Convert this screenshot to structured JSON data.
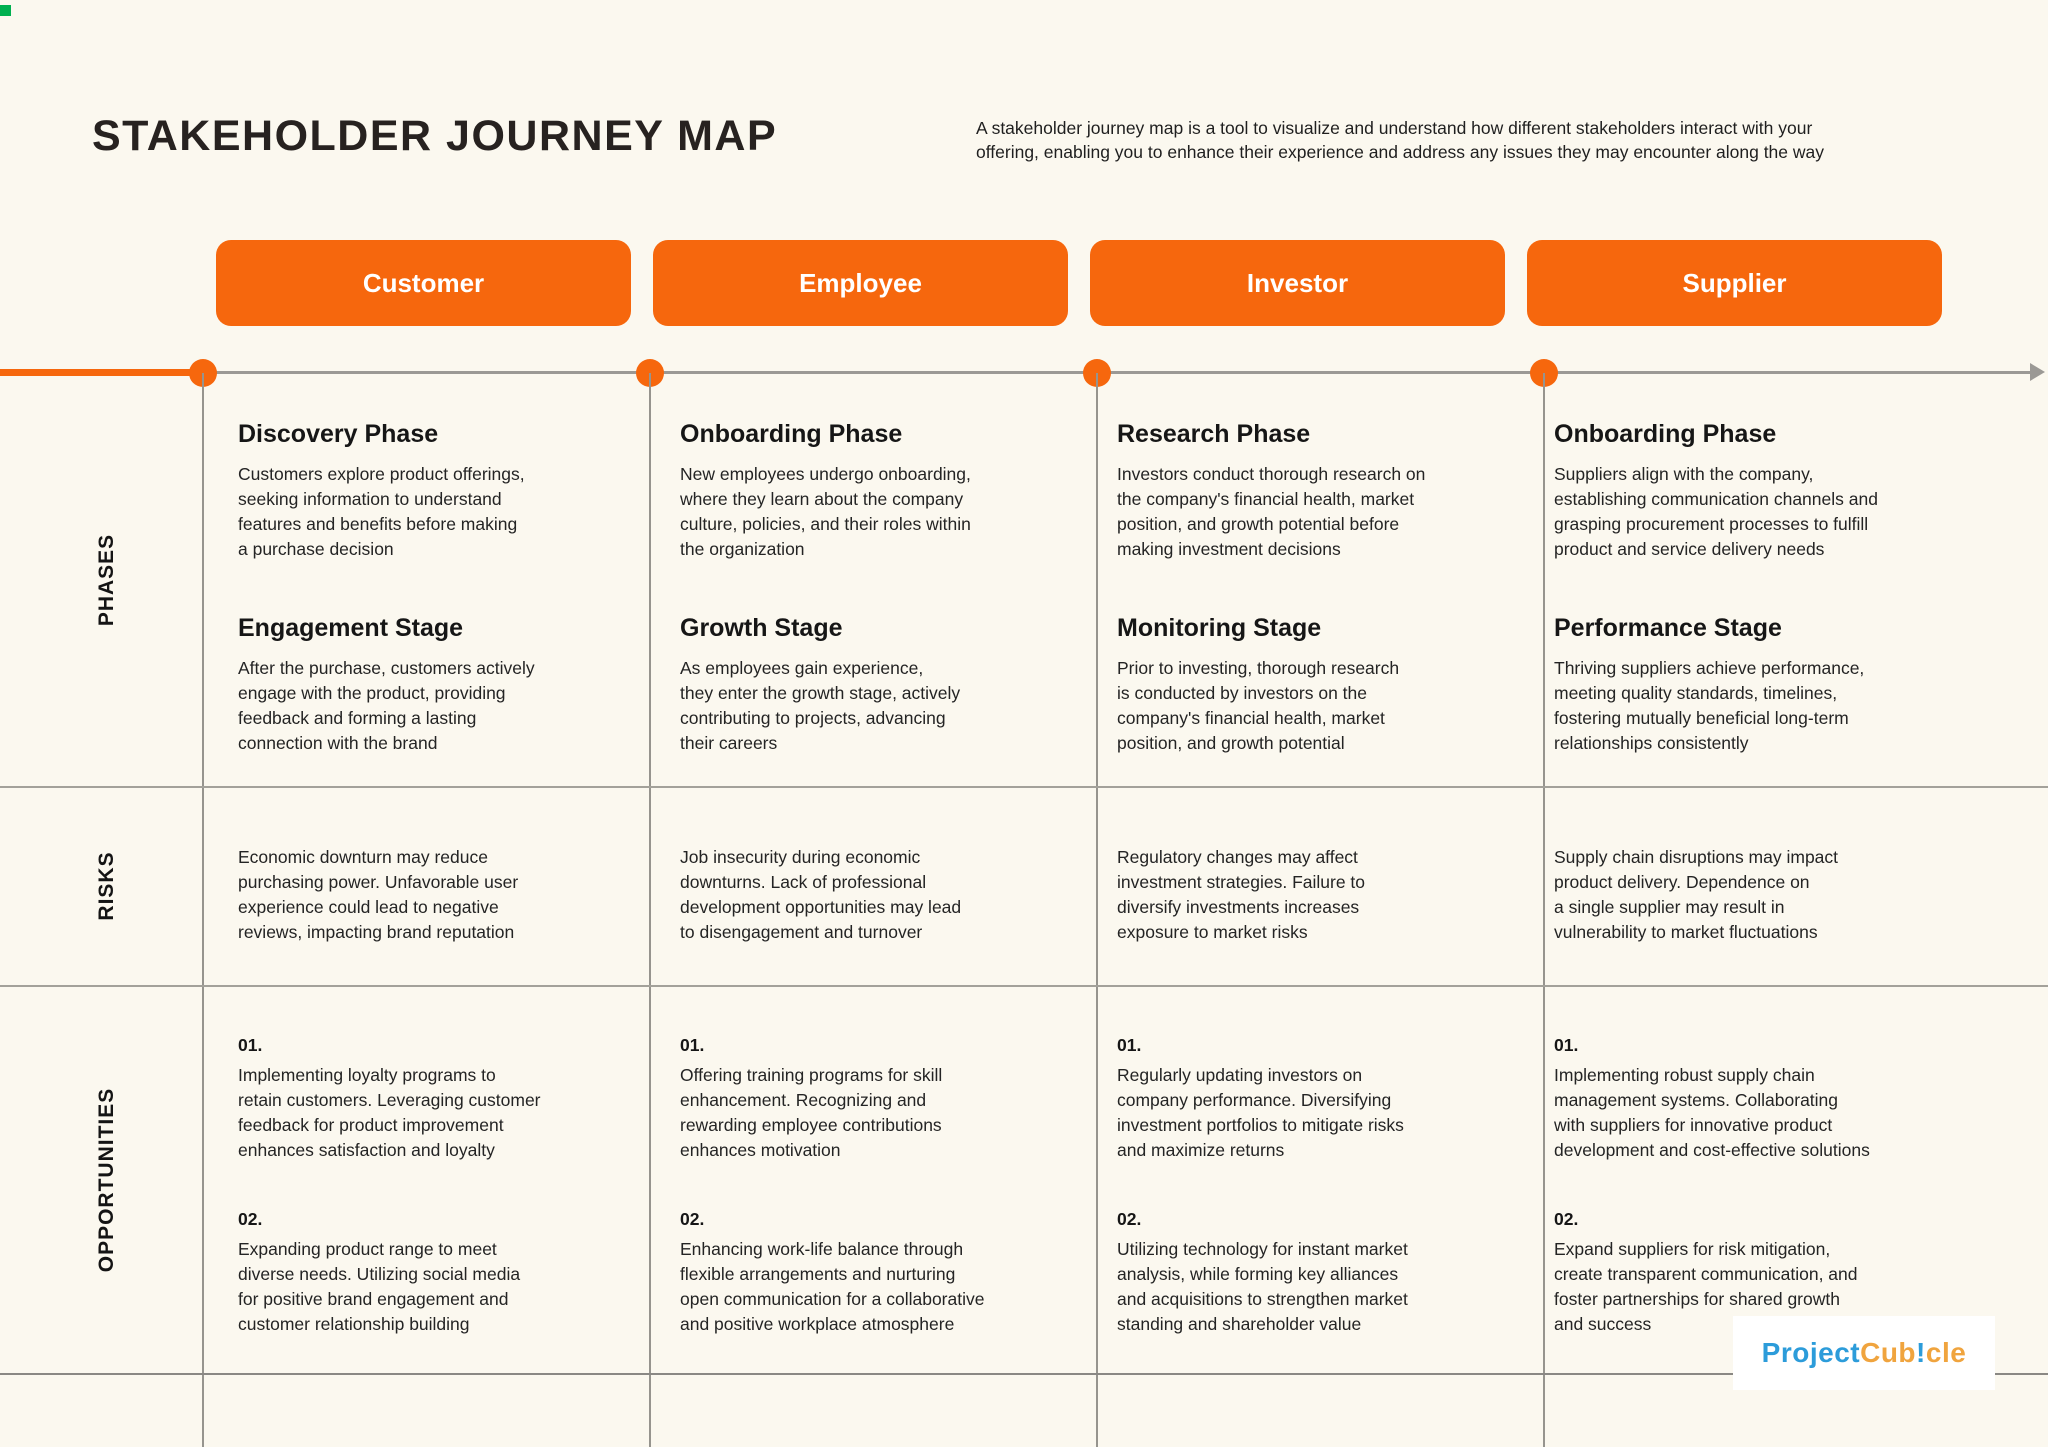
{
  "header": {
    "title": "STAKEHOLDER JOURNEY MAP",
    "description": "A stakeholder journey map is a tool to visualize and understand how different stakeholders interact with your\noffering, enabling you to enhance their experience and address any issues they may encounter along the way"
  },
  "row_labels": {
    "phases": "PHASES",
    "risks": "RISKS",
    "opportunities": "OPPORTUNITIES"
  },
  "colors": {
    "accent_orange": "#F6670D",
    "background_cream": "#FBF8EF",
    "grid_gray": "#9b9995",
    "logo_blue": "#2C9CDA",
    "logo_orange": "#F0A43E"
  },
  "columns": [
    {
      "name": "Customer",
      "phase1_title": "Discovery Phase",
      "phase1_text": "Customers explore product offerings,\nseeking information to understand\nfeatures and benefits before making\na purchase decision",
      "phase2_title": "Engagement Stage",
      "phase2_text": "After the purchase, customers actively\nengage with the product, providing\nfeedback and forming a lasting\nconnection with the brand",
      "risk_text": "Economic downturn may reduce\npurchasing power. Unfavorable user\nexperience could lead to negative\nreviews, impacting brand reputation",
      "opp1_num": "01.",
      "opp1_text": "Implementing loyalty programs to\nretain customers. Leveraging customer\nfeedback for product improvement\nenhances satisfaction and loyalty",
      "opp2_num": "02.",
      "opp2_text": "Expanding product range to meet\ndiverse needs. Utilizing social media\nfor positive brand engagement and\ncustomer relationship building"
    },
    {
      "name": "Employee",
      "phase1_title": "Onboarding Phase",
      "phase1_text": "New employees undergo onboarding,\nwhere they learn about the company\nculture, policies, and their roles within\nthe organization",
      "phase2_title": "Growth Stage",
      "phase2_text": "As employees gain experience,\nthey enter the growth stage, actively\ncontributing to projects, advancing\ntheir careers",
      "risk_text": "Job insecurity during economic\ndownturns. Lack of professional\ndevelopment opportunities may lead\nto disengagement and turnover",
      "opp1_num": "01.",
      "opp1_text": "Offering training programs for skill\nenhancement. Recognizing and\nrewarding employee contributions\nenhances motivation",
      "opp2_num": "02.",
      "opp2_text": "Enhancing work-life balance through\nflexible arrangements and nurturing\nopen communication for a collaborative\nand positive workplace atmosphere"
    },
    {
      "name": "Investor",
      "phase1_title": "Research Phase",
      "phase1_text": "Investors conduct thorough research on\nthe company's financial health, market\nposition, and growth potential before\nmaking investment decisions",
      "phase2_title": "Monitoring Stage",
      "phase2_text": "Prior to investing, thorough research\nis conducted by investors on the\ncompany's financial health, market\nposition, and growth potential",
      "risk_text": "Regulatory changes may affect\ninvestment strategies. Failure to\ndiversify investments increases\nexposure to market risks",
      "opp1_num": "01.",
      "opp1_text": "Regularly updating investors on\ncompany performance. Diversifying\ninvestment portfolios to mitigate risks\nand maximize returns",
      "opp2_num": "02.",
      "opp2_text": "Utilizing technology for instant market\nanalysis, while forming key alliances\nand acquisitions to strengthen market\nstanding and shareholder value"
    },
    {
      "name": "Supplier",
      "phase1_title": "Onboarding Phase",
      "phase1_text": "Suppliers align with the company,\nestablishing communication channels and\ngrasping procurement processes to fulfill\nproduct and service delivery needs",
      "phase2_title": "Performance Stage",
      "phase2_text": "Thriving suppliers achieve performance,\nmeeting quality standards, timelines,\nfostering mutually beneficial long-term\nrelationships consistently",
      "risk_text": "Supply chain disruptions may impact\nproduct delivery. Dependence on\na single supplier may result in\nvulnerability to market fluctuations",
      "opp1_num": "01.",
      "opp1_text": "Implementing robust supply chain\nmanagement systems. Collaborating\nwith suppliers for innovative product\ndevelopment and cost-effective solutions",
      "opp2_num": "02.",
      "opp2_text": "Expand suppliers for risk mitigation,\ncreate transparent communication, and\nfoster partnerships for shared growth\nand success"
    }
  ],
  "logo": {
    "part_project": "Project",
    "part_cub": "Cub",
    "part_excl": "!",
    "part_cle": "cle"
  }
}
